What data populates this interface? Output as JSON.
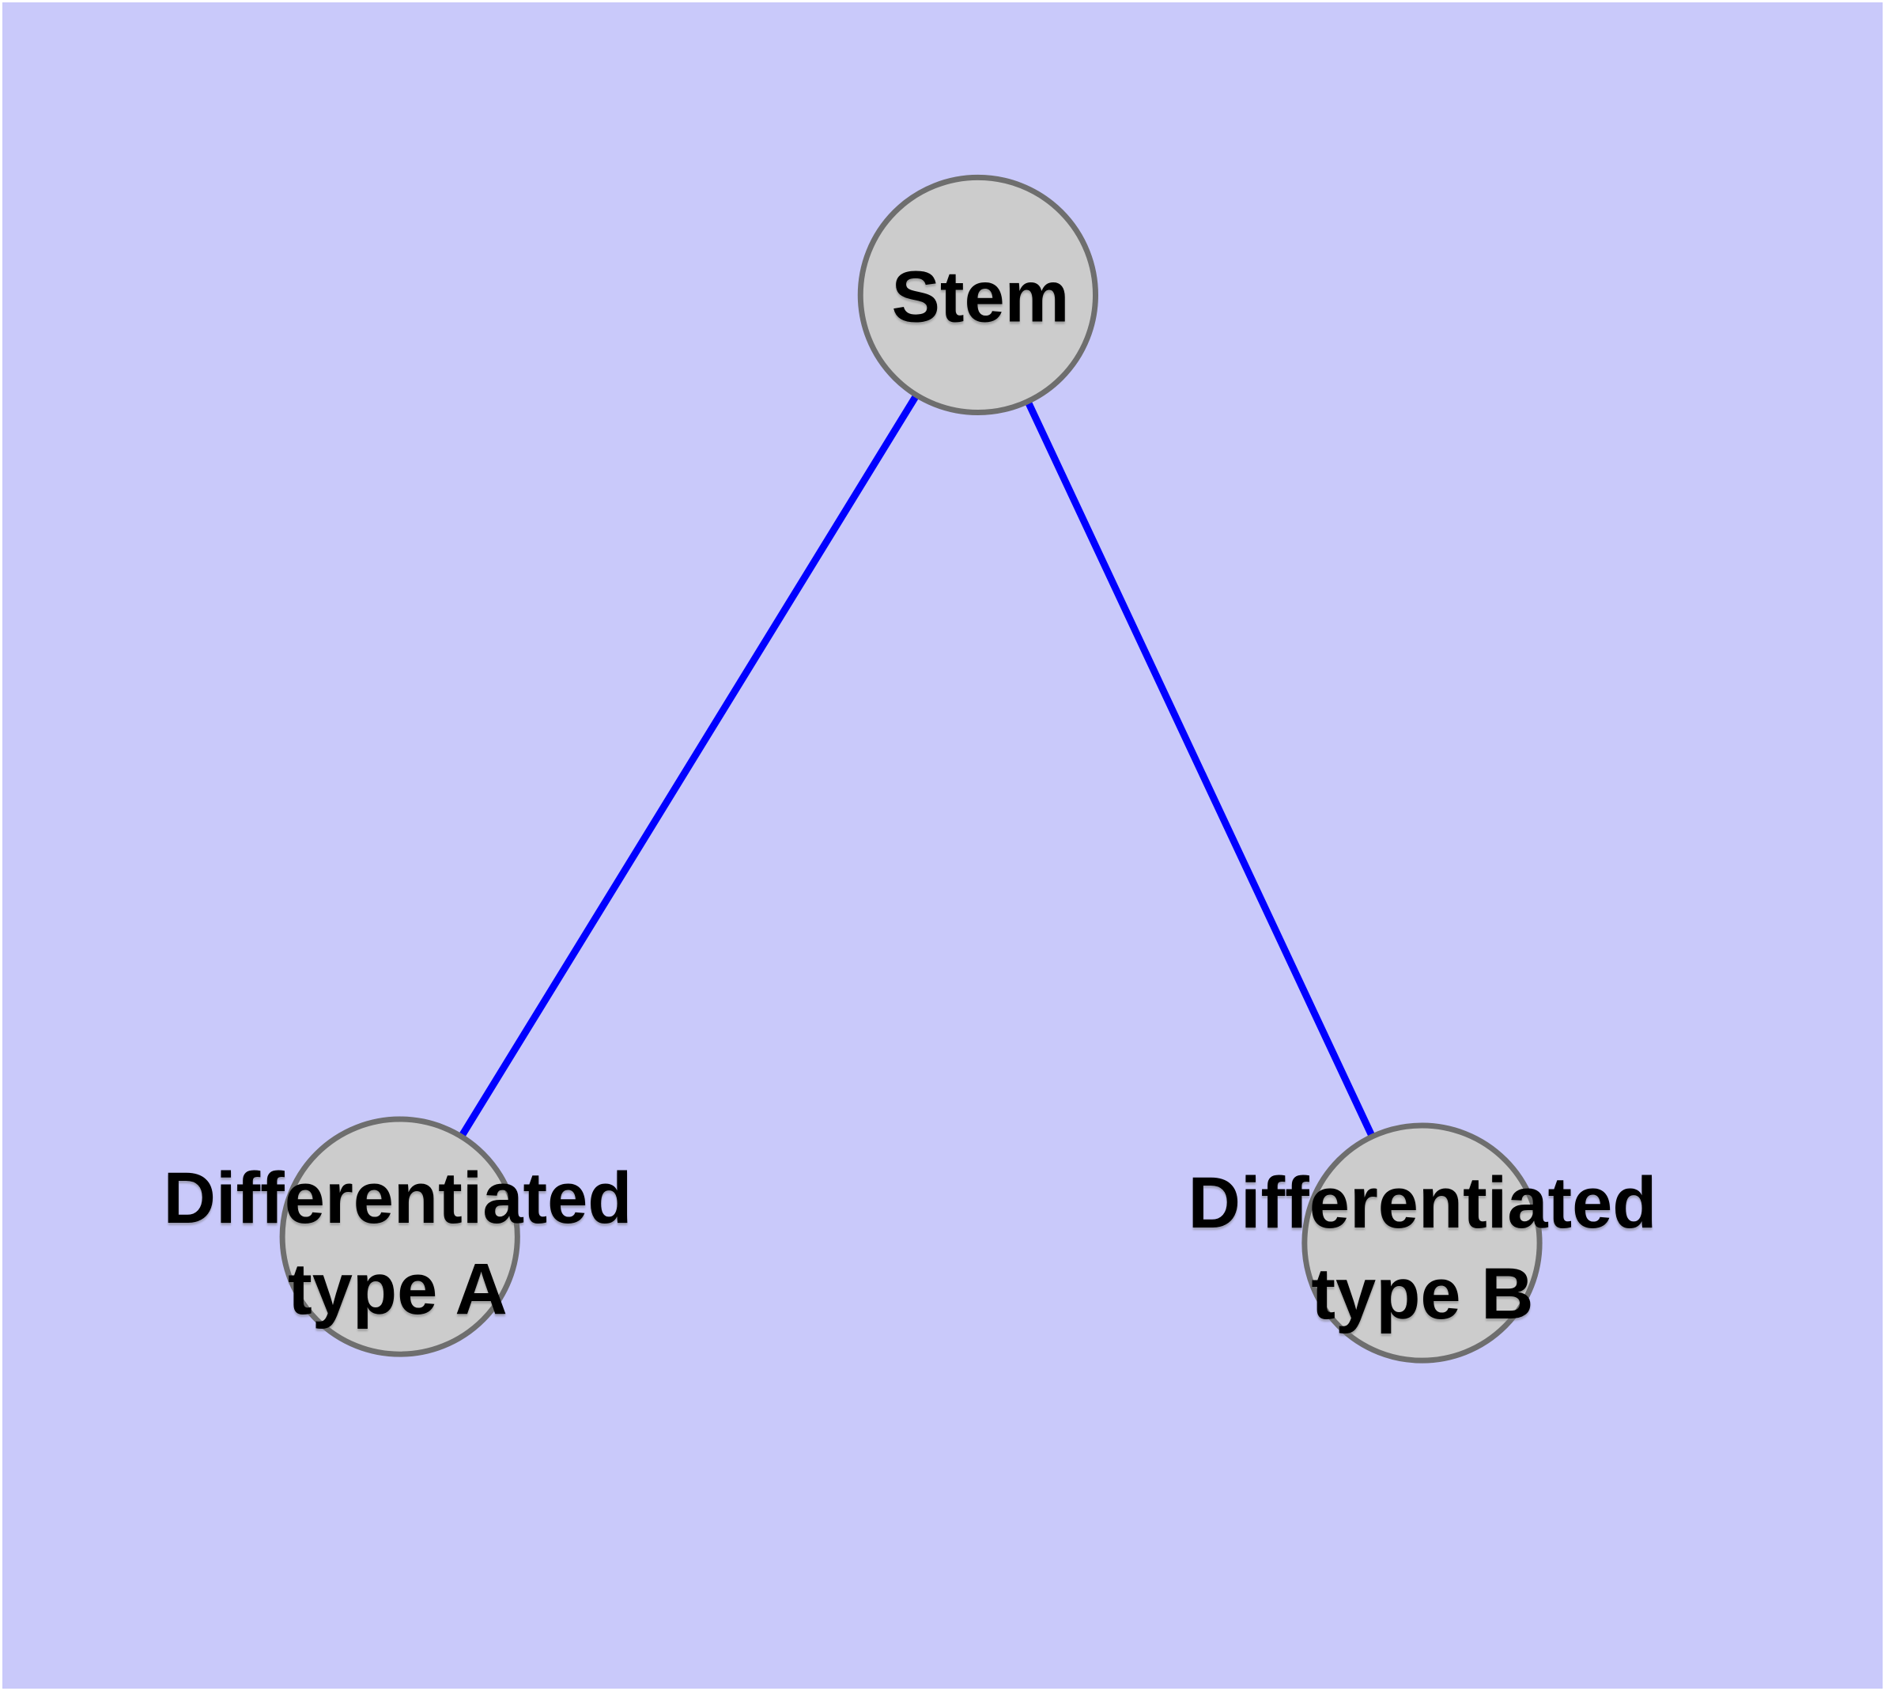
{
  "diagram": {
    "background_color": "#c9c9fa",
    "frame_color": "#ffffff",
    "edge_color": "#0000ff",
    "node_border_color": "#6e6e6e",
    "label_color": "#000000",
    "nodes": [
      {
        "id": "stem",
        "label_lines": [
          "Stem"
        ],
        "fill": "#9bfa02"
      },
      {
        "id": "differentiated-type-a",
        "label_lines": [
          "Differentiated",
          "type A"
        ],
        "fill": "#ffff00"
      },
      {
        "id": "differentiated-type-b",
        "label_lines": [
          "Differentiated",
          "type B"
        ],
        "fill": "#e49a22"
      }
    ],
    "edges": [
      {
        "from": "stem",
        "to": "differentiated-type-a"
      },
      {
        "from": "stem",
        "to": "differentiated-type-b"
      }
    ]
  }
}
